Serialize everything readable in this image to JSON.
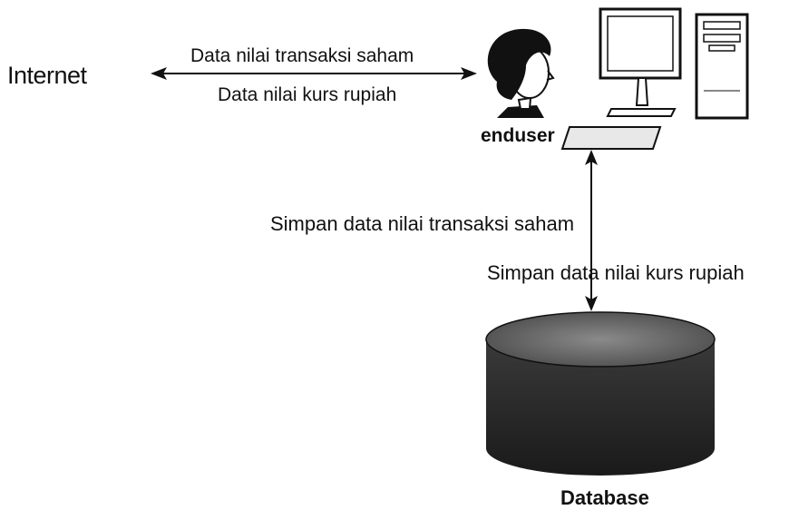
{
  "nodes": {
    "internet": "Internet",
    "enduser": "enduser",
    "database": "Database"
  },
  "edges": {
    "internet_enduser": [
      "Data nilai transaksi saham",
      "Data nilai kurs rupiah"
    ],
    "enduser_database": [
      "Simpan data nilai transaksi saham",
      "Simpan data  nilai kurs rupiah"
    ]
  }
}
